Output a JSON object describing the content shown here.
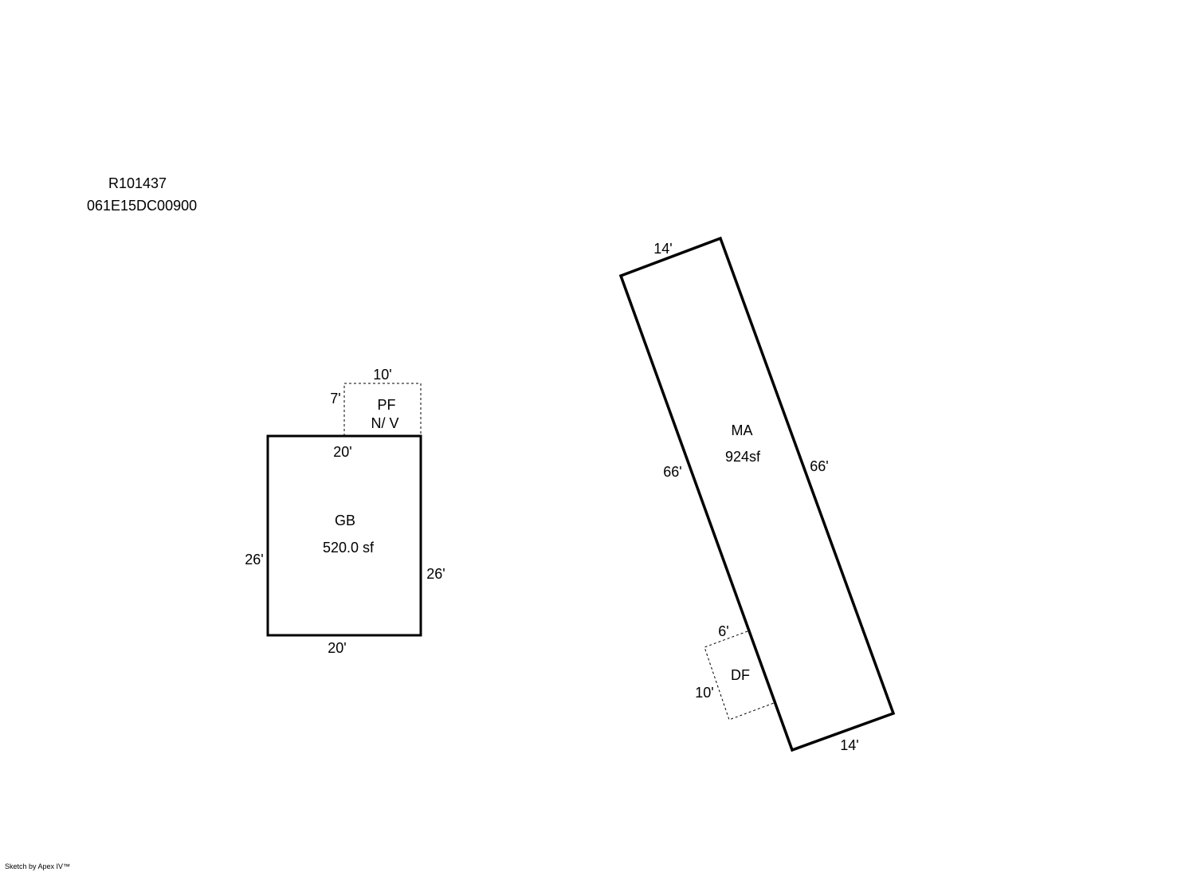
{
  "ids": {
    "account": "R101437",
    "map_taxlot": "061E15DC00900"
  },
  "footer": "Sketch by Apex IV™",
  "areas": {
    "pf": {
      "code": "PF",
      "note": "N/ V",
      "top": "10'",
      "left": "7'"
    },
    "gb": {
      "code": "GB",
      "area": "520.0 sf",
      "top": "20'",
      "bottom": "20'",
      "left": "26'",
      "right": "26'"
    },
    "ma": {
      "code": "MA",
      "area": "924sf",
      "top": "14'",
      "bottom": "14'",
      "left": "66'",
      "right": "66'"
    },
    "df": {
      "code": "DF",
      "top": "6'",
      "left": "10'"
    }
  }
}
